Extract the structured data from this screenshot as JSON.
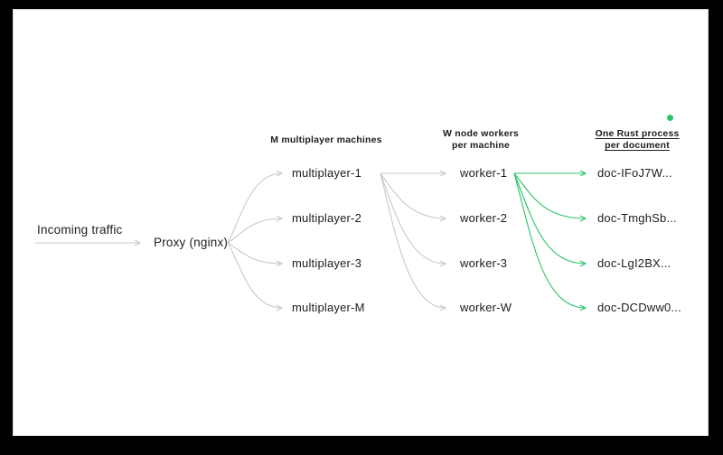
{
  "diagram": {
    "incoming": {
      "label": "Incoming traffic"
    },
    "proxy": {
      "label": "Proxy (nginx)"
    },
    "headers": {
      "multiplayer": "M multiplayer machines",
      "workers_line1": "W node workers",
      "workers_line2": "per machine",
      "rust_line1": "One Rust process",
      "rust_line2": "per document"
    },
    "multiplayer_nodes": [
      {
        "label": "multiplayer-1"
      },
      {
        "label": "multiplayer-2"
      },
      {
        "label": "multiplayer-3"
      },
      {
        "label": "multiplayer-M"
      }
    ],
    "worker_nodes": [
      {
        "label": "worker-1"
      },
      {
        "label": "worker-2"
      },
      {
        "label": "worker-3"
      },
      {
        "label": "worker-W"
      }
    ],
    "doc_nodes": [
      {
        "label": "doc-IFoJ7W..."
      },
      {
        "label": "doc-TmghSb..."
      },
      {
        "label": "doc-LgI2BX..."
      },
      {
        "label": "doc-DCDww0..."
      }
    ],
    "icons": {
      "green_dot": "status-dot"
    },
    "colors": {
      "accent_green": "#2bc46a",
      "connector_gray": "#c8c8c8",
      "text": "#1d1d1f",
      "frame": "#000000",
      "canvas": "#ffffff"
    }
  }
}
